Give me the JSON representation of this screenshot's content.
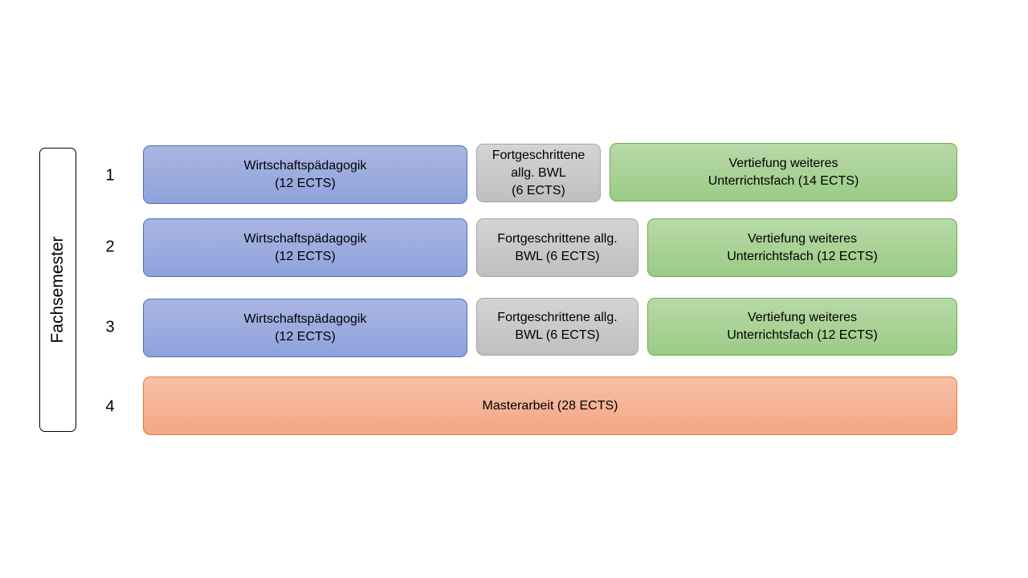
{
  "axis_label": "Fachsemester",
  "semesters": [
    {
      "number": "1",
      "modules": [
        {
          "label": "Wirtschaftspädagogik\n(12 ECTS)",
          "color": "#8ea3dc"
        },
        {
          "label": "Fortgeschrittene\nallg. BWL\n(6 ECTS)",
          "color": "#bfbfbf"
        },
        {
          "label": "Vertiefung weiteres\nUnterrichtsfach (14 ECTS)",
          "color": "#9bcb86"
        }
      ]
    },
    {
      "number": "2",
      "modules": [
        {
          "label": "Wirtschaftspädagogik\n(12 ECTS)",
          "color": "#8ea3dc"
        },
        {
          "label": "Fortgeschrittene allg.\nBWL (6 ECTS)",
          "color": "#bfbfbf"
        },
        {
          "label": "Vertiefung weiteres\nUnterrichtsfach (12 ECTS)",
          "color": "#9bcb86"
        }
      ]
    },
    {
      "number": "3",
      "modules": [
        {
          "label": "Wirtschaftspädagogik\n(12 ECTS)",
          "color": "#8ea3dc"
        },
        {
          "label": "Fortgeschrittene allg.\nBWL (6 ECTS)",
          "color": "#bfbfbf"
        },
        {
          "label": "Vertiefung weiteres\nUnterrichtsfach (12 ECTS)",
          "color": "#9bcb86"
        }
      ]
    },
    {
      "number": "4",
      "modules": [
        {
          "label": "Masterarbeit (28 ECTS)",
          "color": "#f4a684"
        }
      ]
    }
  ]
}
